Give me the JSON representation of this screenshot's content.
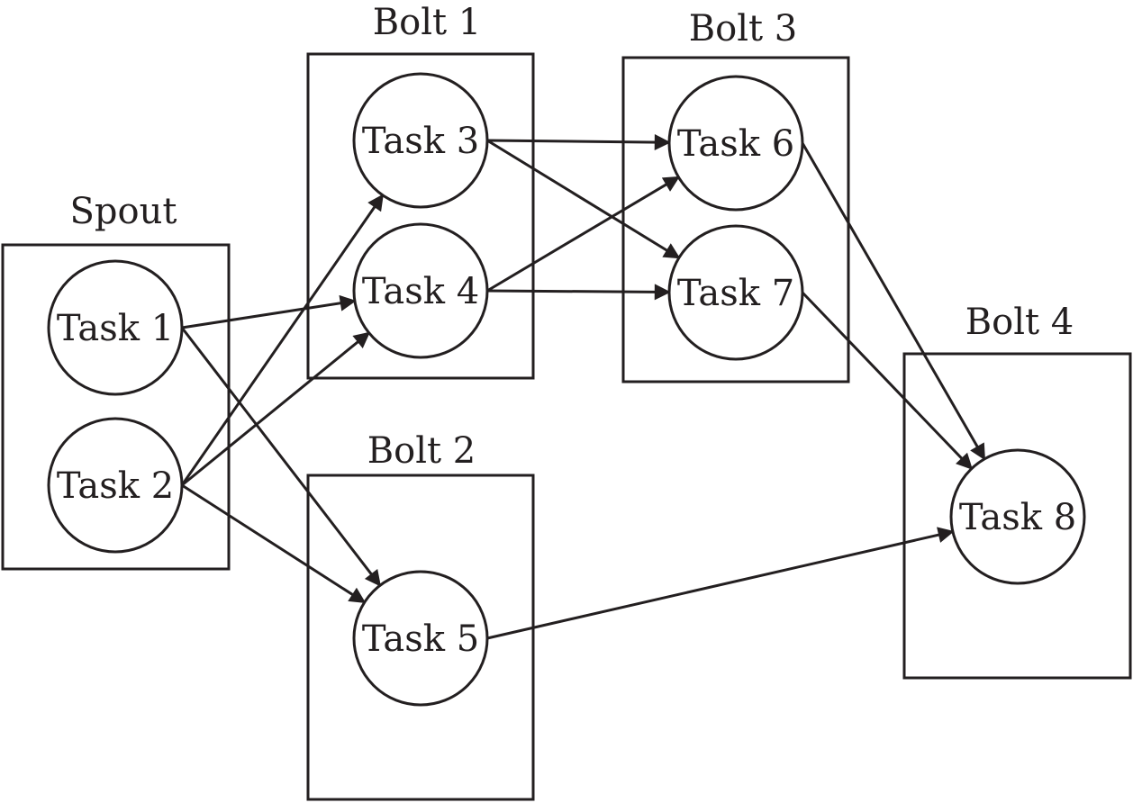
{
  "groups": [
    {
      "id": "spout",
      "label": "Spout"
    },
    {
      "id": "bolt1",
      "label": "Bolt 1"
    },
    {
      "id": "bolt2",
      "label": "Bolt 2"
    },
    {
      "id": "bolt3",
      "label": "Bolt 3"
    },
    {
      "id": "bolt4",
      "label": "Bolt 4"
    }
  ],
  "tasks": [
    {
      "id": "t1",
      "label": "Task 1",
      "group": "spout"
    },
    {
      "id": "t2",
      "label": "Task 2",
      "group": "spout"
    },
    {
      "id": "t3",
      "label": "Task 3",
      "group": "bolt1"
    },
    {
      "id": "t4",
      "label": "Task 4",
      "group": "bolt1"
    },
    {
      "id": "t5",
      "label": "Task 5",
      "group": "bolt2"
    },
    {
      "id": "t6",
      "label": "Task 6",
      "group": "bolt3"
    },
    {
      "id": "t7",
      "label": "Task 7",
      "group": "bolt3"
    },
    {
      "id": "t8",
      "label": "Task 8",
      "group": "bolt4"
    }
  ],
  "edges": [
    {
      "from": "t1",
      "to": "t4"
    },
    {
      "from": "t1",
      "to": "t5"
    },
    {
      "from": "t2",
      "to": "t3"
    },
    {
      "from": "t2",
      "to": "t4"
    },
    {
      "from": "t2",
      "to": "t5"
    },
    {
      "from": "t3",
      "to": "t6"
    },
    {
      "from": "t3",
      "to": "t7"
    },
    {
      "from": "t4",
      "to": "t6"
    },
    {
      "from": "t4",
      "to": "t7"
    },
    {
      "from": "t6",
      "to": "t8"
    },
    {
      "from": "t7",
      "to": "t8"
    },
    {
      "from": "t5",
      "to": "t8"
    }
  ],
  "colors": {
    "stroke": "#231f20",
    "background": "#ffffff"
  }
}
